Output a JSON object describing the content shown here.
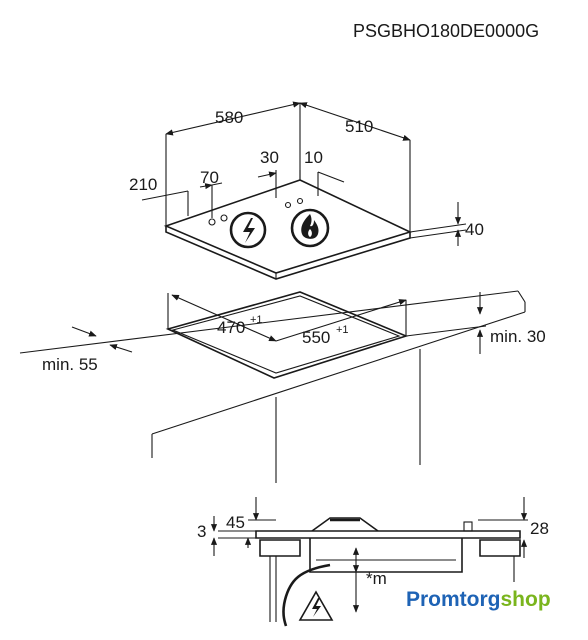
{
  "model": "PSGBHO180DE0000G",
  "dims": {
    "width_hob": "580",
    "depth_hob": "510",
    "d210": "210",
    "d70": "70",
    "d30": "30",
    "d10": "10",
    "height_hob": "40",
    "cutout_w": "470",
    "cutout_w_tol": "+1",
    "cutout_d": "550",
    "cutout_d_tol": "+1",
    "min_side": "min. 55",
    "min_back": "min. 30",
    "side_3": "3",
    "side_45": "45",
    "side_28": "28",
    "star_m": "*m"
  },
  "watermark": {
    "part1": "Promtorg",
    "part2": "shop",
    "color1": "#1e63b5",
    "color2": "#7ab51d"
  },
  "icons": [
    "electric-hazard-icon",
    "flame-icon",
    "warning-triangle-icon"
  ]
}
